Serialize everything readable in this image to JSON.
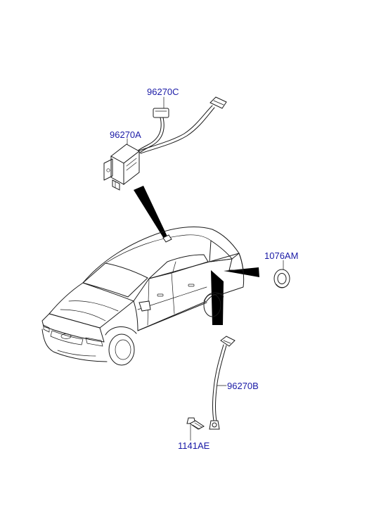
{
  "parts": [
    {
      "id": "96270C",
      "label": "96270C"
    },
    {
      "id": "96270A",
      "label": "96270A"
    },
    {
      "id": "1076AM",
      "label": "1076AM"
    },
    {
      "id": "96270B",
      "label": "96270B"
    },
    {
      "id": "1141AE",
      "label": "1141AE"
    }
  ],
  "colors": {
    "label": "#1a1aa6",
    "line": "#1b1b1b",
    "background": "#ffffff"
  }
}
